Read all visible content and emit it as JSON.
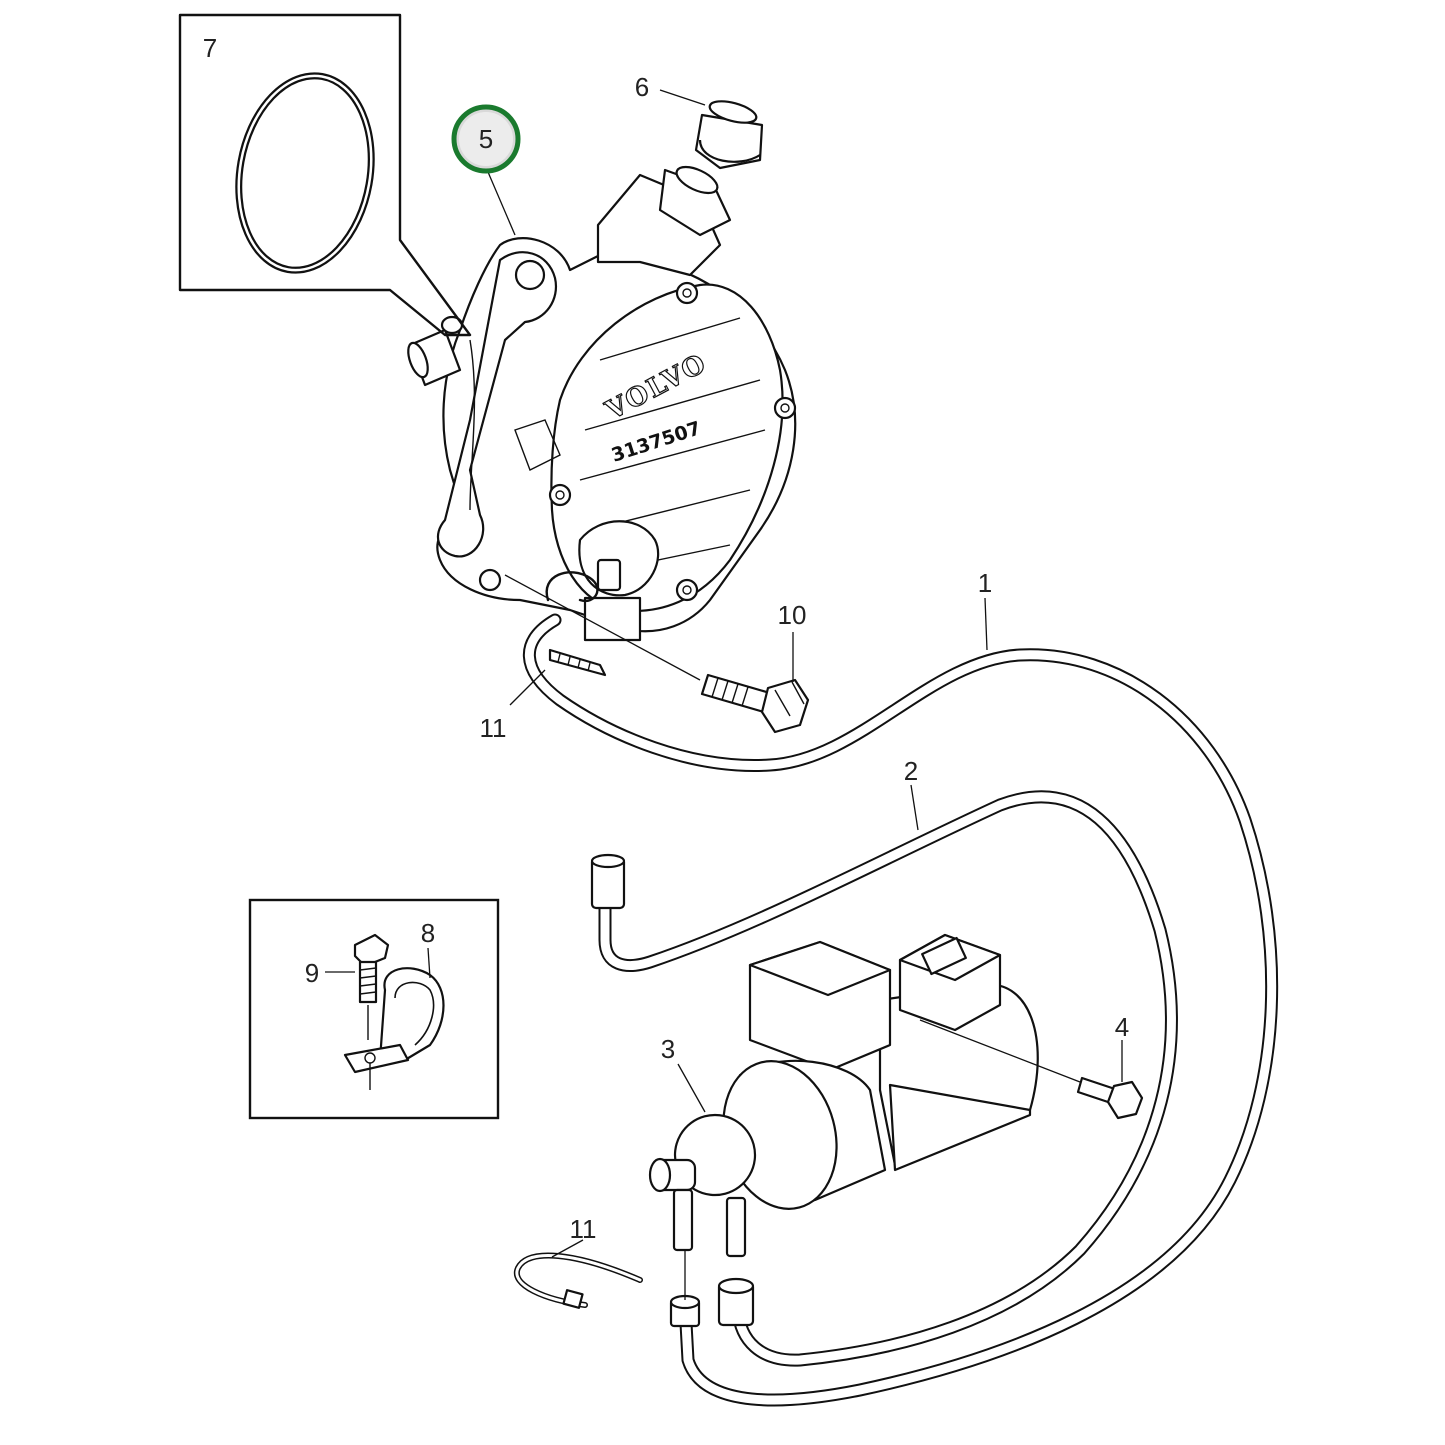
{
  "callouts": {
    "c1": "1",
    "c2": "2",
    "c3": "3",
    "c4": "4",
    "c5": "5",
    "c6": "6",
    "c7": "7",
    "c8": "8",
    "c9": "9",
    "c10": "10",
    "c11a": "11",
    "c11b": "11"
  },
  "pump_markings": {
    "brand": "VOLVO",
    "part_number": "3137507"
  },
  "highlight": {
    "callout": "5",
    "color": "#1a7a2e"
  }
}
